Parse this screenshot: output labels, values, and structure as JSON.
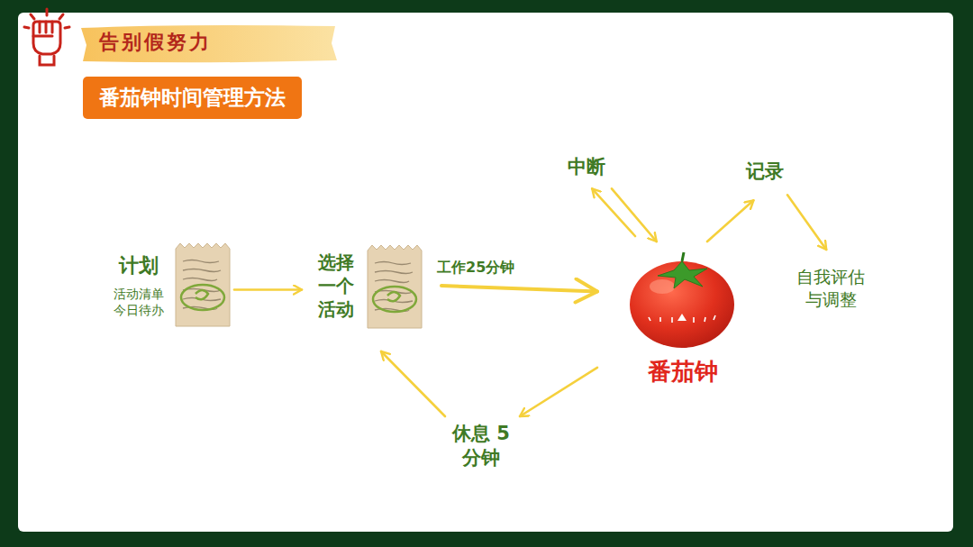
{
  "diagram": {
    "title": "番茄钟时间管理方法",
    "nodes": [
      {
        "text": [
          "计划",
          "活动清单 今日待办"
        ]
      },
      {
        "text": [
          "选择 一个 活动"
        ]
      },
      {
        "text": [
          "番茄钟"
        ]
      },
      {
        "text": [
          "中断"
        ]
      },
      {
        "text": [
          "记录"
        ]
      },
      {
        "text": [
          "自我评估 与调整"
        ]
      },
      {
        "text": [
          "休息 5分钟"
        ]
      }
    ],
    "edges": [
      {
        "from": 0,
        "to": 1,
        "arrow": "to"
      },
      {
        "from": 1,
        "to": 2,
        "label": "工作25分钟",
        "arrow": "to"
      },
      {
        "from": 2,
        "to": 3,
        "arrow": "to"
      },
      {
        "from": 3,
        "to": 2,
        "arrow": "to"
      },
      {
        "from": 2,
        "to": 4,
        "arrow": "to"
      },
      {
        "from": 4,
        "to": 5,
        "arrow": "to"
      },
      {
        "from": 2,
        "to": 6,
        "arrow": "to"
      },
      {
        "from": 6,
        "to": 1,
        "arrow": "to"
      }
    ],
    "labels": [
      "告别假努力"
    ]
  }
}
